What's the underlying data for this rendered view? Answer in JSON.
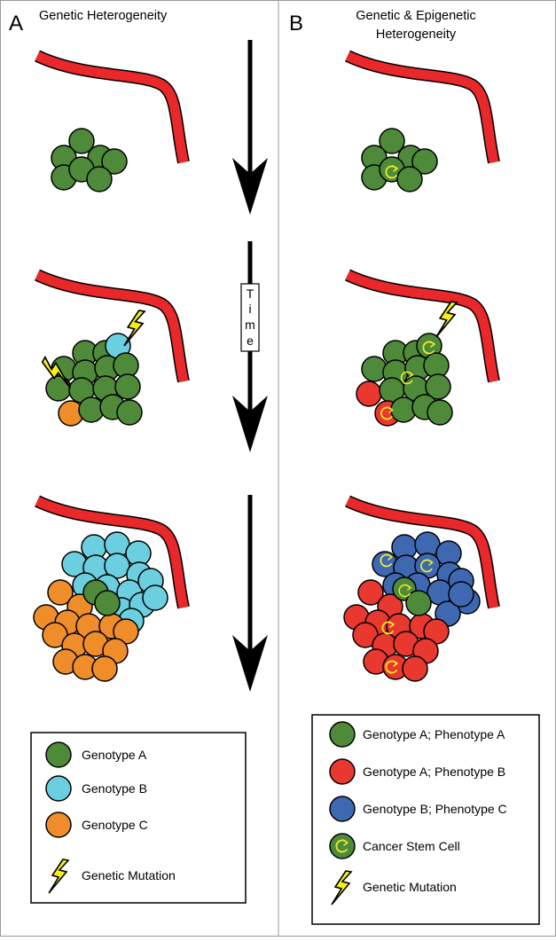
{
  "panels": {
    "a": {
      "letter": "A",
      "title": "Genetic Heterogeneity"
    },
    "b": {
      "letter": "B",
      "title_line1": "Genetic & Epigenetic",
      "title_line2": "Heterogeneity"
    }
  },
  "timeline": {
    "label_chars": [
      "T",
      "i",
      "m",
      "e"
    ]
  },
  "legend_a": [
    {
      "label": "Genotype A",
      "icon": "green-cell",
      "color": "#4e8a3a"
    },
    {
      "label": "Genotype B",
      "icon": "cyan-cell",
      "color": "#6ccfdf"
    },
    {
      "label": "Genotype C",
      "icon": "orange-cell",
      "color": "#ef8d2a"
    },
    {
      "label": "Genetic Mutation",
      "icon": "lightning-bolt",
      "color": "#f7ef1a"
    }
  ],
  "legend_b": [
    {
      "label": "Genotype A; Phenotype A",
      "icon": "green-cell",
      "color": "#4e8a3a"
    },
    {
      "label": "Genotype A; Phenotype B",
      "icon": "red-cell",
      "color": "#e8382f"
    },
    {
      "label": "Genotype B; Phenotype C",
      "icon": "blue-cell",
      "color": "#3f68b3"
    },
    {
      "label": "Cancer Stem Cell",
      "icon": "stem-cell",
      "color": "#4e8a3a"
    },
    {
      "label": "Genetic Mutation",
      "icon": "lightning-bolt",
      "color": "#f7ef1a"
    }
  ],
  "colors": {
    "vessel": "#e8282a",
    "bolt": "#f7ef1a",
    "stem_symbol": "#f0ec22",
    "divider": "#9a9a9a",
    "arrow": "#000000"
  }
}
